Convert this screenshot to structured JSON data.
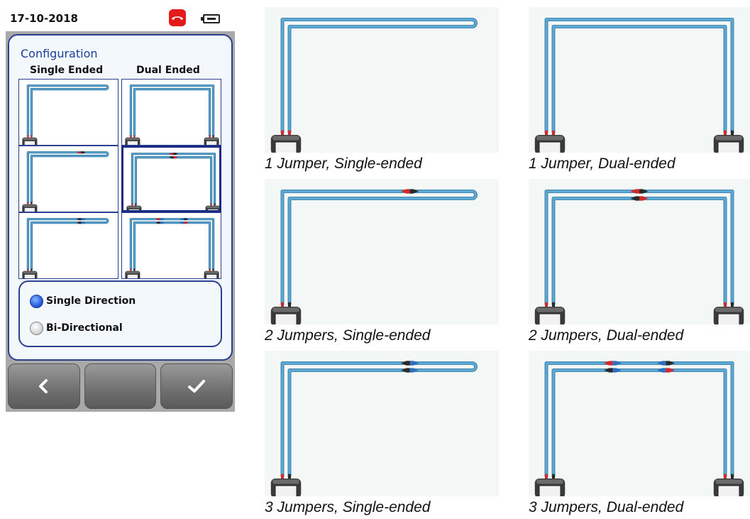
{
  "device": {
    "status_bar": {
      "date": "17-10-2018",
      "icons": [
        "phone-hangup-icon",
        "battery-icon"
      ]
    },
    "panel": {
      "title": "Configuration",
      "column_headers": [
        "Single Ended",
        "Dual Ended"
      ],
      "grid": [
        {
          "name": "1-jumper-single-ended",
          "jumpers": 1,
          "mode": "single",
          "selected": false
        },
        {
          "name": "1-jumper-dual-ended",
          "jumpers": 1,
          "mode": "dual",
          "selected": false
        },
        {
          "name": "2-jumpers-single-ended",
          "jumpers": 2,
          "mode": "single",
          "selected": false
        },
        {
          "name": "2-jumpers-dual-ended",
          "jumpers": 2,
          "mode": "dual",
          "selected": true
        },
        {
          "name": "3-jumpers-single-ended",
          "jumpers": 3,
          "mode": "single",
          "selected": false
        },
        {
          "name": "3-jumpers-dual-ended",
          "jumpers": 3,
          "mode": "dual",
          "selected": false
        }
      ],
      "options": [
        {
          "label": "Single Direction",
          "selected": true
        },
        {
          "label": "Bi-Directional",
          "selected": false
        }
      ]
    },
    "softkeys": [
      {
        "name": "back",
        "icon": "chevron-left-icon",
        "label": ""
      },
      {
        "name": "blank",
        "icon": "",
        "label": ""
      },
      {
        "name": "confirm",
        "icon": "checkmark-icon",
        "label": ""
      }
    ]
  },
  "illustrations": [
    {
      "caption": "1 Jumper, Single-ended",
      "jumpers": 1,
      "mode": "single"
    },
    {
      "caption": "1 Jumper, Dual-ended",
      "jumpers": 1,
      "mode": "dual"
    },
    {
      "caption": "2 Jumpers, Single-ended",
      "jumpers": 2,
      "mode": "single"
    },
    {
      "caption": "2 Jumpers, Dual-ended",
      "jumpers": 2,
      "mode": "dual"
    },
    {
      "caption": "3 Jumpers, Single-ended",
      "jumpers": 3,
      "mode": "single"
    },
    {
      "caption": "3 Jumpers, Dual-ended",
      "jumpers": 3,
      "mode": "dual"
    }
  ],
  "colors": {
    "fiber": "#5aa9d6",
    "connector_red": "#d6282c",
    "connector_blue": "#2d6fc0",
    "connector_dark": "#2b2b2b",
    "panel_border": "#2a3f8f",
    "title_blue": "#1c3d96"
  }
}
